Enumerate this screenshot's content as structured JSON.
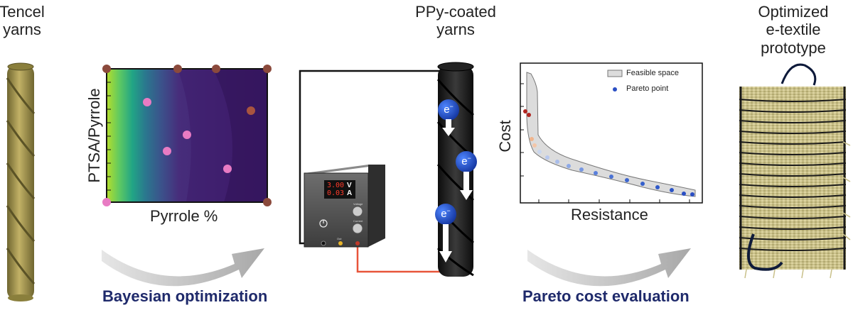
{
  "labels": {
    "tencel": "Tencel\nyarns",
    "ppy": "PPy-coated\nyarns",
    "prototype": "Optimized\ne-textile\nprototype"
  },
  "captions": {
    "bayes": "Bayesian optimization",
    "pareto": "Pareto cost evaluation"
  },
  "heatmap": {
    "xlabel": "Pyrrole %",
    "ylabel": "PTSA/Pyrrole"
  },
  "pareto_plot": {
    "xlabel": "Resistance",
    "ylabel": "Cost",
    "legend_feasible": "Feasible space",
    "legend_pareto": "Pareto point"
  },
  "power_supply": {
    "display_voltage": "3.00",
    "display_current": "0.03",
    "unit_v": "V",
    "unit_a": "A",
    "knob1": "Voltage",
    "knob2": "Current",
    "indicator": "Out"
  },
  "electron": {
    "symbol": "e",
    "charge": "−"
  },
  "colors": {
    "caption": "#1f2a6b",
    "pareto_blue": "#2b4fc4",
    "feasible_gray": "#d9d9d9",
    "wire_red": "#e8553a",
    "yarn_gold": "#a99a4f",
    "electron_blue": "#1f4fc0"
  }
}
